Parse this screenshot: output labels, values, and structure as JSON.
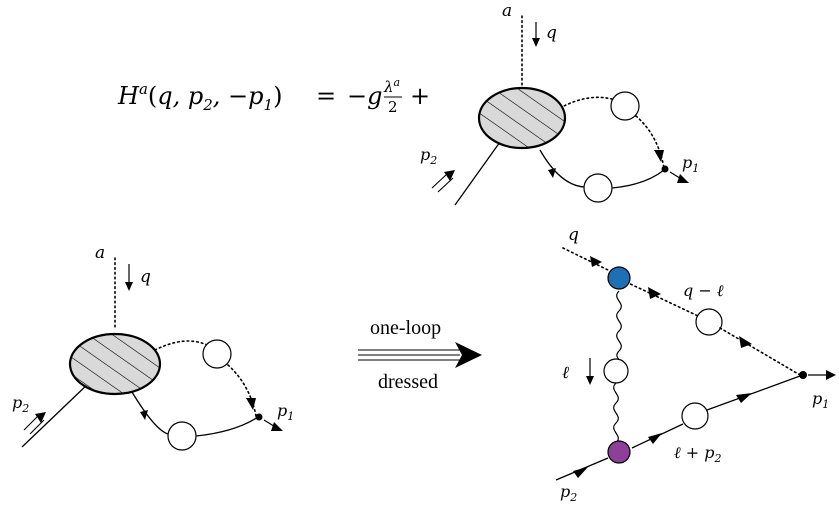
{
  "equation": {
    "lhs": "H^a(q, p_2, −p_1)",
    "equals": "=",
    "term": "−g λ^a/2",
    "plus": "+"
  },
  "labels": {
    "a": "a",
    "q": "q",
    "p1": "p",
    "p2": "p",
    "sub1": "1",
    "sub2": "2",
    "q_minus_l": "q − ℓ",
    "ell": "ℓ",
    "l_plus_p2": "ℓ + p",
    "a_sup": "a",
    "lambda": "λ",
    "two": "2",
    "H": "H",
    "g": "g"
  },
  "arrow": {
    "top_label": "one-loop",
    "bottom_label": "dressed"
  },
  "colors": {
    "upper_vertex": "#1f6fb5",
    "lower_vertex": "#8e3f9a",
    "blob_fill": "#d9d9d9"
  }
}
